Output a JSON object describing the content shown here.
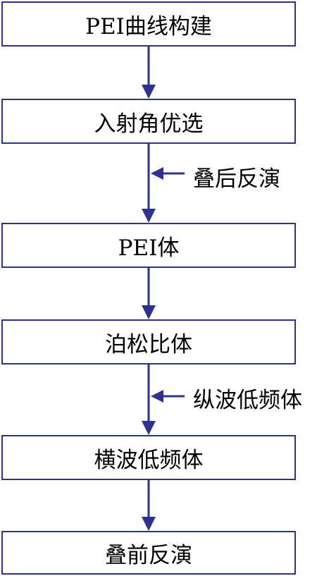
{
  "flowchart": {
    "steps": [
      {
        "label": "PEI曲线构建"
      },
      {
        "label": "入射角优选"
      },
      {
        "label": "PEI体"
      },
      {
        "label": "泊松比体"
      },
      {
        "label": "横波低频体"
      },
      {
        "label": "叠前反演"
      }
    ],
    "inputs": [
      {
        "label": "叠后反演"
      },
      {
        "label": "纵波低频体"
      }
    ]
  },
  "colors": {
    "border": "#2e3192",
    "arrow": "#2e3192",
    "text": "#000000"
  }
}
